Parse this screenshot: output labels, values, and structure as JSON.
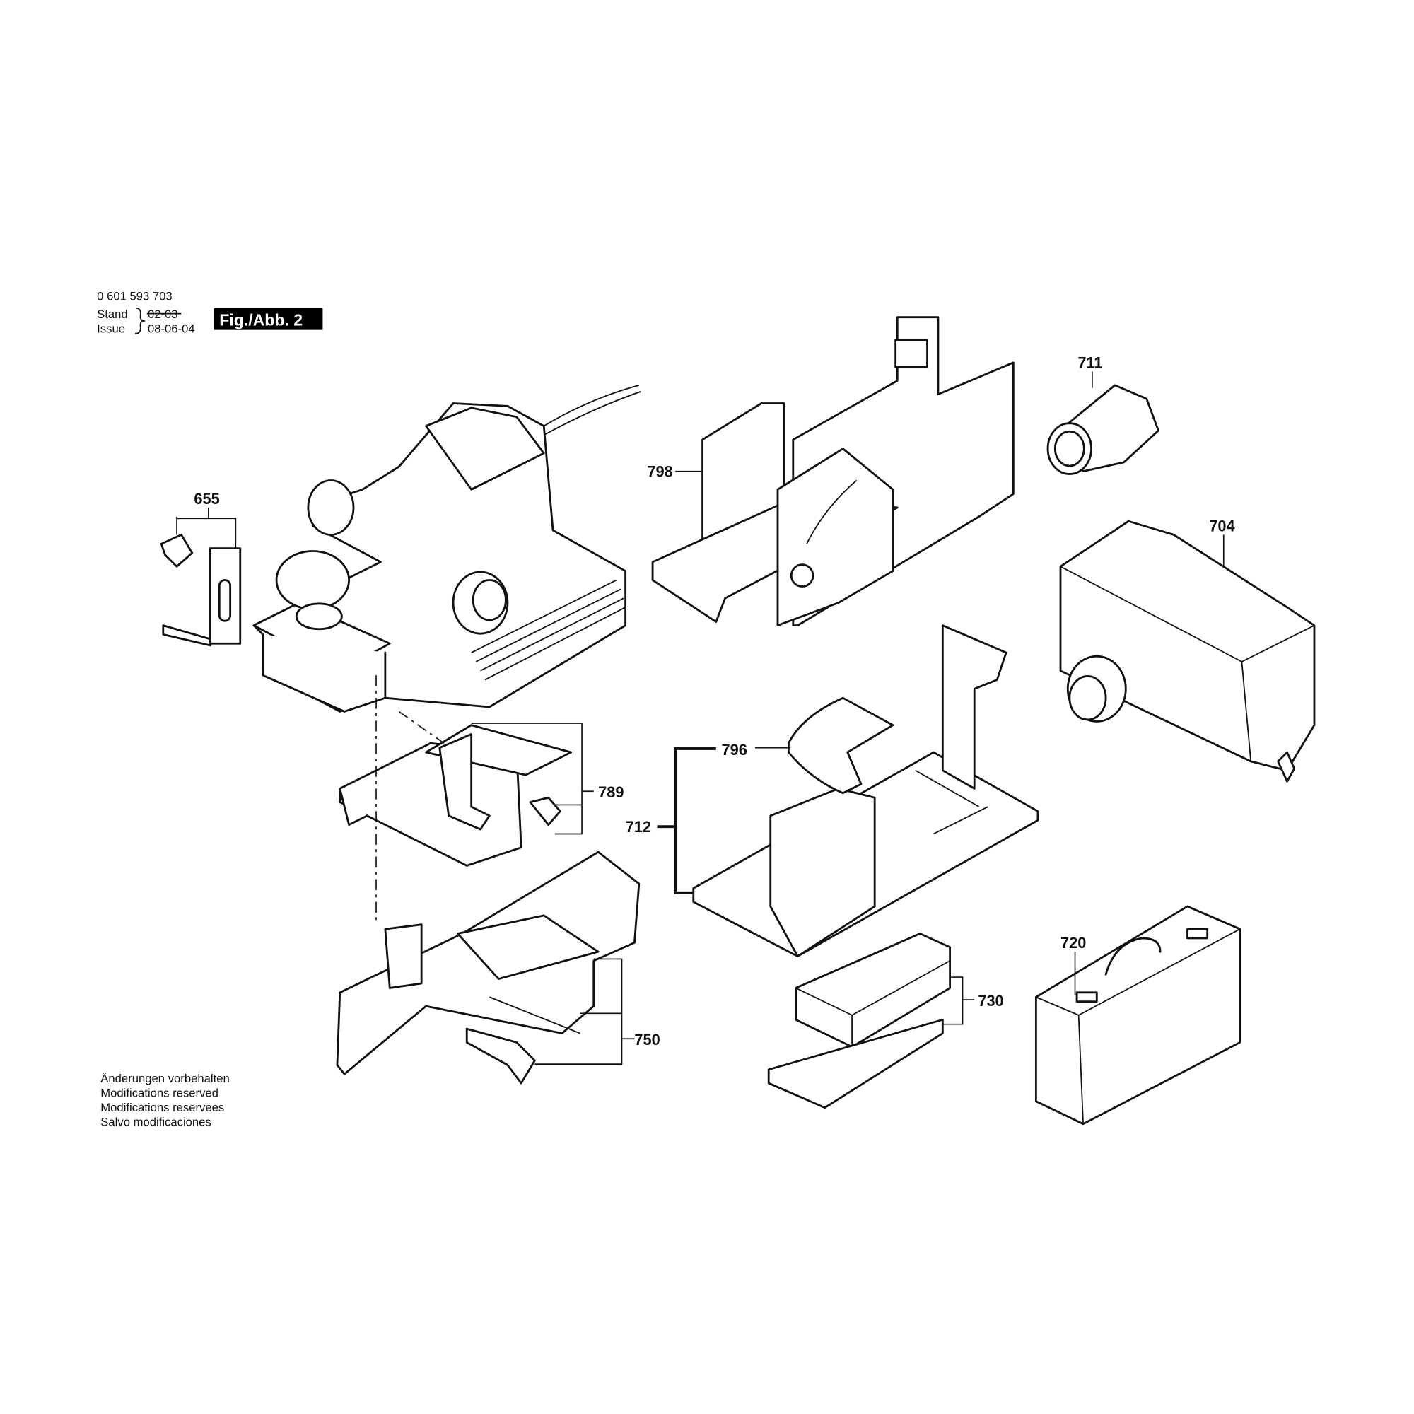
{
  "header": {
    "part_number": "0 601 593 703",
    "stand_label": "Stand",
    "issue_label": "Issue",
    "old_date": "02-03",
    "issue_date": "08-06-04",
    "figure_label": "Fig./Abb. 2"
  },
  "footer": {
    "lines": [
      "Änderungen vorbehalten",
      "Modifications reserved",
      "Modifications reservees",
      "Salvo modificaciones"
    ]
  },
  "parts": {
    "p655": "655",
    "p798": "798",
    "p711": "711",
    "p704": "704",
    "p796": "796",
    "p789": "789",
    "p712": "712",
    "p750": "750",
    "p730": "730",
    "p720": "720"
  }
}
